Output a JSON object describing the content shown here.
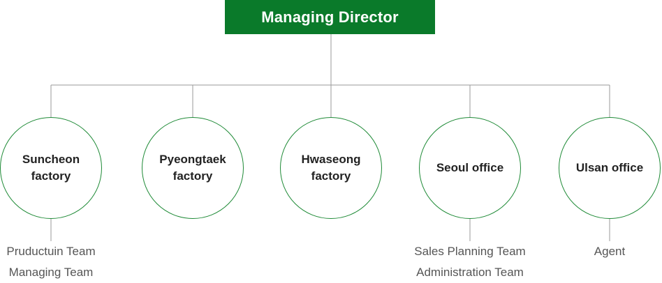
{
  "top": {
    "label": "Managing Director"
  },
  "units": [
    {
      "label": "Suncheon\nfactory",
      "teams": [
        "Pruductuin Team",
        "Managing Team"
      ]
    },
    {
      "label": "Pyeongtaek\nfactory",
      "teams": []
    },
    {
      "label": "Hwaseong\nfactory",
      "teams": []
    },
    {
      "label": "Seoul office",
      "teams": [
        "Sales Planning Team",
        "Administration Team"
      ]
    },
    {
      "label": "Ulsan office",
      "teams": [
        "Agent"
      ]
    }
  ],
  "colors": {
    "accent": "#0a7a2a",
    "node_border": "#1e8a36",
    "connector": "#9a9a9a",
    "node_text": "#222222",
    "team_text": "#555555"
  }
}
